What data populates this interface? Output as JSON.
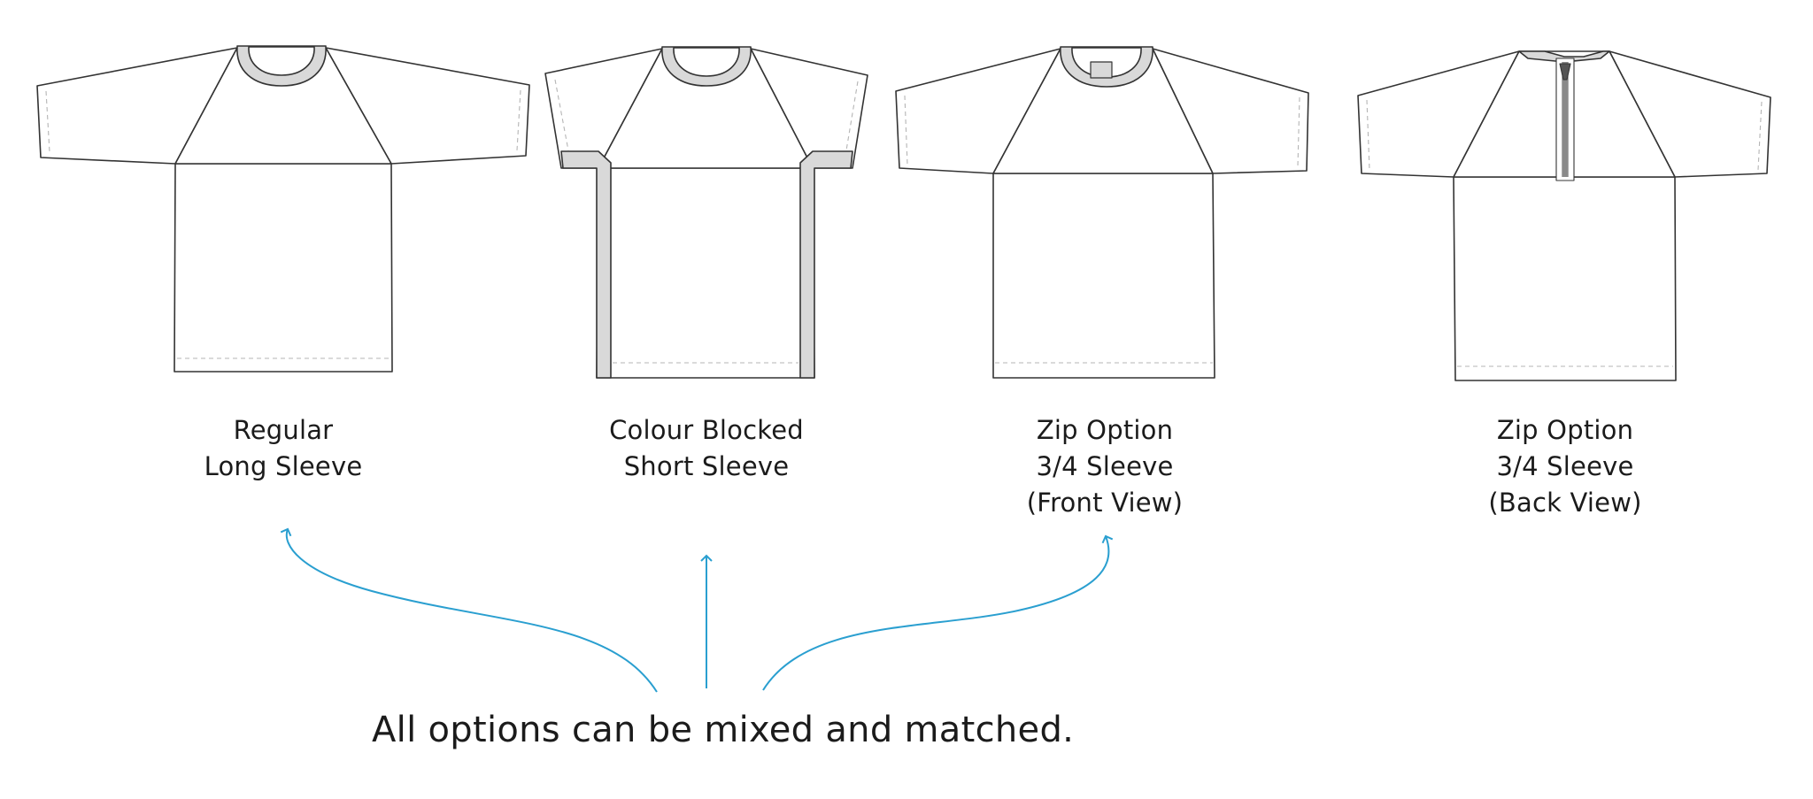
{
  "garments": [
    {
      "name": "regular-long-sleeve",
      "label_lines": [
        "Regular",
        "Long Sleeve"
      ]
    },
    {
      "name": "colour-blocked-short-sleeve",
      "label_lines": [
        "Colour Blocked",
        "Short Sleeve"
      ]
    },
    {
      "name": "zip-option-front",
      "label_lines": [
        "Zip Option",
        "3/4 Sleeve",
        "(Front View)"
      ]
    },
    {
      "name": "zip-option-back",
      "label_lines": [
        "Zip Option",
        "3/4 Sleeve",
        "(Back View)"
      ]
    }
  ],
  "caption": "All options can be mixed and matched.",
  "colors": {
    "outline": "#333333",
    "stitch": "#b5b5b5",
    "accent_fill": "#d9d9d9",
    "arrow": "#2a9fd0",
    "text": "#1b1b1b"
  }
}
